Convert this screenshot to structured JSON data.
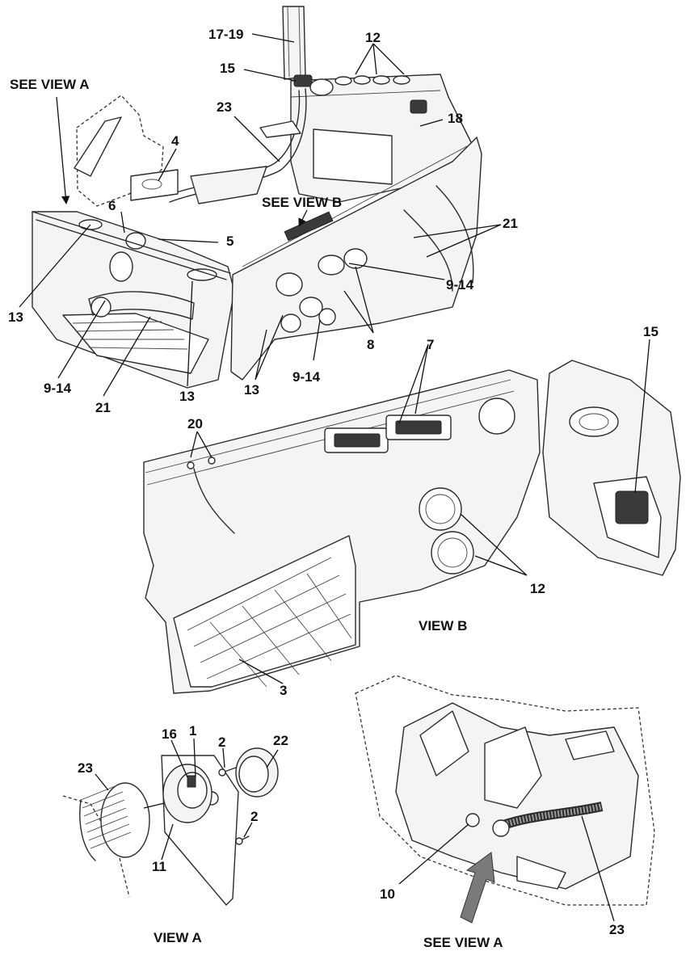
{
  "callouts": {
    "c17_19": "17-19",
    "c12_top": "12",
    "see_view_a_top": "SEE VIEW A",
    "c15_top": "15",
    "c23_top": "23",
    "c18": "18",
    "c4": "4",
    "see_view_b": "SEE VIEW B",
    "c21_right": "21",
    "c6": "6",
    "c5": "5",
    "c9_14_right": "9-14",
    "c13_left": "13",
    "c8": "8",
    "c9_14_left": "9-14",
    "c13_mid": "13",
    "c13_right": "13",
    "c9_14_bottom": "9-14",
    "c21_bottom": "21",
    "c7": "7",
    "c15_viewb": "15",
    "c20": "20",
    "c12_viewb": "12",
    "c3": "3",
    "c16": "16",
    "c1": "1",
    "c2_top": "2",
    "c22": "22",
    "c23_viewa": "23",
    "c2_bottom": "2",
    "c11": "11",
    "c10": "10",
    "c23_detail": "23"
  },
  "captions": {
    "view_b": "VIEW B",
    "view_a": "VIEW A",
    "see_view_a_bottom": "SEE VIEW A"
  }
}
